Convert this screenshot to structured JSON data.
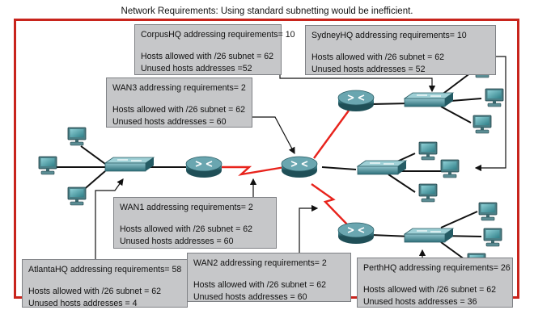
{
  "title": "Network Requirements: Using standard subnetting would be inefficient.",
  "boxes": {
    "corpus": {
      "req": "CorpusHQ addressing requirements= 10",
      "allowed": "Hosts allowed with /26 subnet = 62",
      "unused": "Unused hosts addresses =52"
    },
    "sydney": {
      "req": "SydneyHQ addressing requirements= 10",
      "allowed": "Hosts allowed with /26 subnet = 62",
      "unused": "Unused hosts addresses = 52"
    },
    "wan3": {
      "req": "WAN3 addressing requirements= 2",
      "allowed": "Hosts allowed with /26 subnet = 62",
      "unused": "Unused hosts addresses = 60"
    },
    "wan1": {
      "req": "WAN1 addressing requirements= 2",
      "allowed": "Hosts allowed with /26 subnet = 62",
      "unused": "Unused hosts addresses = 60"
    },
    "atlanta": {
      "req": "AtlantaHQ addressing requirements= 58",
      "allowed": "Hosts allowed with /26 subnet = 62",
      "unused": "Unused hosts addresses = 4"
    },
    "wan2": {
      "req": "WAN2 addressing requirements= 2",
      "allowed": "Hosts allowed with /26 subnet = 62",
      "unused": "Unused hosts addresses = 60"
    },
    "perth": {
      "req": "PerthHQ addressing requirements= 26",
      "allowed": "Hosts allowed with /26 subnet = 62",
      "unused": "Unused hosts addresses = 36"
    }
  },
  "colors": {
    "frame": "#c8241c",
    "wan_link": "#e8231c",
    "box_fill": "#c6c7c9",
    "router": "#3d7f8a",
    "switch": "#3a7f8c"
  }
}
